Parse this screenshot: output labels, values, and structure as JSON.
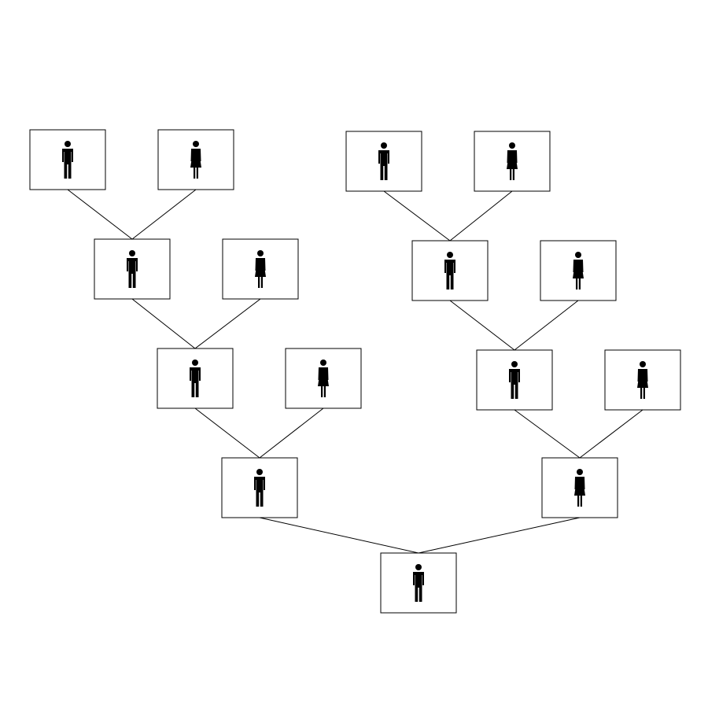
{
  "colors": {
    "background": "#ffffff",
    "stroke": "#000000",
    "figure": "#000000"
  },
  "nodes": [
    {
      "id": "root",
      "sex": "male",
      "icon": "male-person-icon"
    },
    {
      "id": "father",
      "sex": "male",
      "icon": "male-person-icon"
    },
    {
      "id": "mother",
      "sex": "female",
      "icon": "female-person-icon"
    },
    {
      "id": "paternal-grandfather",
      "sex": "male",
      "icon": "male-person-icon"
    },
    {
      "id": "paternal-grandmother",
      "sex": "female",
      "icon": "female-person-icon"
    },
    {
      "id": "paternal-great-grandfather",
      "sex": "male",
      "icon": "male-person-icon"
    },
    {
      "id": "paternal-great-grandmother",
      "sex": "female",
      "icon": "female-person-icon"
    },
    {
      "id": "paternal-gg-grandfather",
      "sex": "male",
      "icon": "male-person-icon"
    },
    {
      "id": "paternal-gg-grandmother",
      "sex": "female",
      "icon": "female-person-icon"
    },
    {
      "id": "maternal-grandfather",
      "sex": "male",
      "icon": "male-person-icon"
    },
    {
      "id": "maternal-grandmother",
      "sex": "female",
      "icon": "female-person-icon"
    },
    {
      "id": "maternal-great-grandfather",
      "sex": "male",
      "icon": "male-person-icon"
    },
    {
      "id": "maternal-great-grandmother",
      "sex": "female",
      "icon": "female-person-icon"
    },
    {
      "id": "maternal-gg-grandfather",
      "sex": "male",
      "icon": "male-person-icon"
    },
    {
      "id": "maternal-gg-grandmother",
      "sex": "female",
      "icon": "female-person-icon"
    }
  ],
  "edges": [
    {
      "from": "father",
      "to": "root"
    },
    {
      "from": "mother",
      "to": "root"
    },
    {
      "from": "paternal-grandfather",
      "to": "father"
    },
    {
      "from": "paternal-grandmother",
      "to": "father"
    },
    {
      "from": "paternal-great-grandfather",
      "to": "paternal-grandfather"
    },
    {
      "from": "paternal-great-grandmother",
      "to": "paternal-grandfather"
    },
    {
      "from": "paternal-gg-grandfather",
      "to": "paternal-great-grandfather"
    },
    {
      "from": "paternal-gg-grandmother",
      "to": "paternal-great-grandfather"
    },
    {
      "from": "maternal-grandfather",
      "to": "mother"
    },
    {
      "from": "maternal-grandmother",
      "to": "mother"
    },
    {
      "from": "maternal-great-grandfather",
      "to": "maternal-grandfather"
    },
    {
      "from": "maternal-great-grandmother",
      "to": "maternal-grandfather"
    },
    {
      "from": "maternal-gg-grandfather",
      "to": "maternal-great-grandfather"
    },
    {
      "from": "maternal-gg-grandmother",
      "to": "maternal-great-grandfather"
    }
  ]
}
